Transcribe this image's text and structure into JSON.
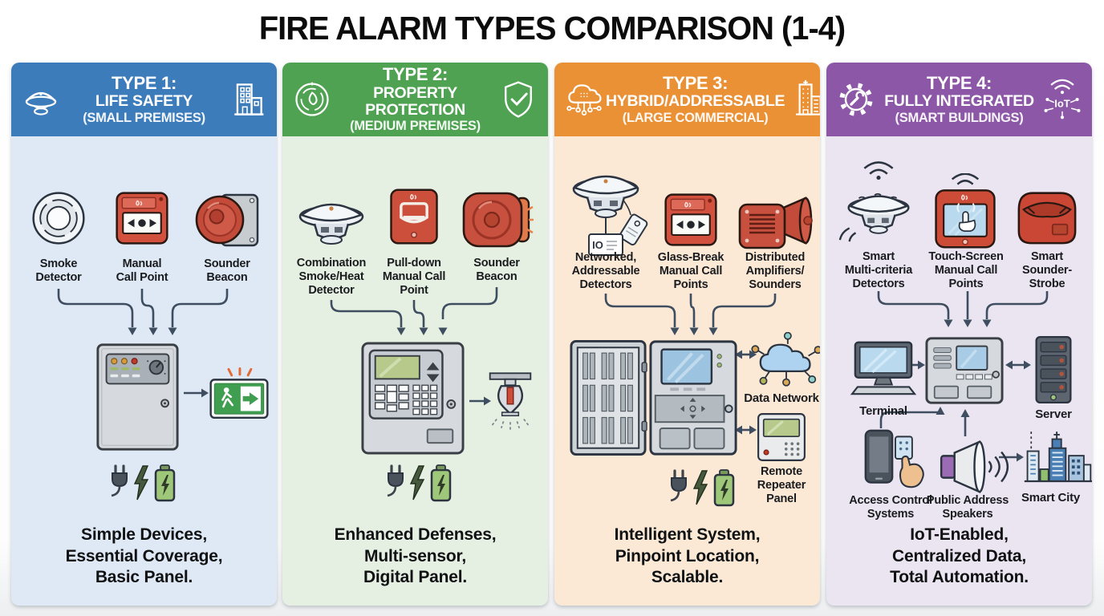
{
  "title": "FIRE ALARM TYPES COMPARISON (1-4)",
  "columns": [
    {
      "header": {
        "type_label": "TYPE 1:",
        "name": "LIFE SAFETY",
        "scope": "(SMALL PREMISES)",
        "color": "#3d7cba",
        "left_icon": "smoke-detector-icon",
        "right_icon": "building-icon"
      },
      "body_color": "#dfe9f5",
      "devices": [
        {
          "icon": "smoke-detector",
          "label": "Smoke\nDetector"
        },
        {
          "icon": "manual-call-point",
          "label": "Manual\nCall Point"
        },
        {
          "icon": "sounder-beacon",
          "label": "Sounder\nBeacon"
        }
      ],
      "panel_icon": "basic-panel",
      "peripherals": [
        {
          "icon": "exit-sign",
          "label": ""
        }
      ],
      "power_icons": [
        "plug-icon",
        "bolt-icon",
        "battery-icon"
      ],
      "summary": "Simple Devices,\nEssential Coverage,\nBasic Panel."
    },
    {
      "header": {
        "type_label": "TYPE 2:",
        "name": "PROPERTY PROTECTION",
        "scope": "(MEDIUM PREMISES)",
        "color": "#4fa251",
        "left_icon": "flame-badge-icon",
        "right_icon": "shield-check-icon"
      },
      "body_color": "#e6f0e2",
      "devices": [
        {
          "icon": "combination-smoke-heat-detector",
          "label": "Combination\nSmoke/Heat\nDetector"
        },
        {
          "icon": "pull-down-call-point",
          "label": "Pull-down\nManual Call\nPoint"
        },
        {
          "icon": "sounder-beacon-2",
          "label": "Sounder\nBeacon"
        }
      ],
      "panel_icon": "digital-panel",
      "peripherals": [
        {
          "icon": "sprinkler",
          "label": ""
        }
      ],
      "power_icons": [
        "plug-icon",
        "bolt-icon",
        "battery-icon"
      ],
      "summary": "Enhanced Defenses,\nMulti-sensor,\nDigital Panel."
    },
    {
      "header": {
        "type_label": "TYPE 3:",
        "name": "HYBRID/ADDRESSABLE",
        "scope": "(LARGE COMMERCIAL)",
        "color": "#ea9035",
        "left_icon": "cloud-network-icon",
        "right_icon": "tower-building-icon"
      },
      "body_color": "#fbe9d6",
      "devices": [
        {
          "icon": "networked-addressable-detector",
          "label": "Networked,\nAddressable\nDetectors",
          "tag_text": "IO"
        },
        {
          "icon": "glass-break-call-point",
          "label": "Glass-Break\nManual Call\nPoints"
        },
        {
          "icon": "distributed-amplifier-sounder",
          "label": "Distributed\nAmplifiers/\nSounders"
        }
      ],
      "panel_icon": "addressable-cabinet",
      "peripherals": [
        {
          "icon": "data-network",
          "label": "Data Network"
        },
        {
          "icon": "remote-repeater-panel",
          "label": "Remote\nRepeater\nPanel"
        }
      ],
      "power_icons": [
        "plug-icon",
        "bolt-icon",
        "battery-icon"
      ],
      "summary": "Intelligent System,\nPinpoint Location,\nScalable."
    },
    {
      "header": {
        "type_label": "TYPE 4:",
        "name": "FULLY INTEGRATED",
        "scope": "(SMART BUILDINGS)",
        "color": "#8c57a6",
        "left_icon": "gear-wrench-icon",
        "right_icon": "iot-icon",
        "right_icon_text": "IoT"
      },
      "body_color": "#ebe5f1",
      "devices": [
        {
          "icon": "smart-multicriteria-detector",
          "label": "Smart\nMulti-criteria\nDetectors"
        },
        {
          "icon": "touch-screen-call-point",
          "label": "Touch-Screen\nManual Call\nPoints"
        },
        {
          "icon": "smart-sounder-strobe",
          "label": "Smart\nSounder-\nStrobe"
        }
      ],
      "panel_icon": "integrated-panel",
      "peripherals": [
        {
          "icon": "terminal",
          "label": "Terminal"
        },
        {
          "icon": "server",
          "label": "Server"
        },
        {
          "icon": "access-control",
          "label": "Access Control\nSystems"
        },
        {
          "icon": "pa-speaker",
          "label": "Public Address\nSpeakers"
        },
        {
          "icon": "smart-city",
          "label": "Smart City"
        }
      ],
      "power_icons": [],
      "summary": "IoT-Enabled,\nCentralized Data,\nTotal Automation."
    }
  ]
}
